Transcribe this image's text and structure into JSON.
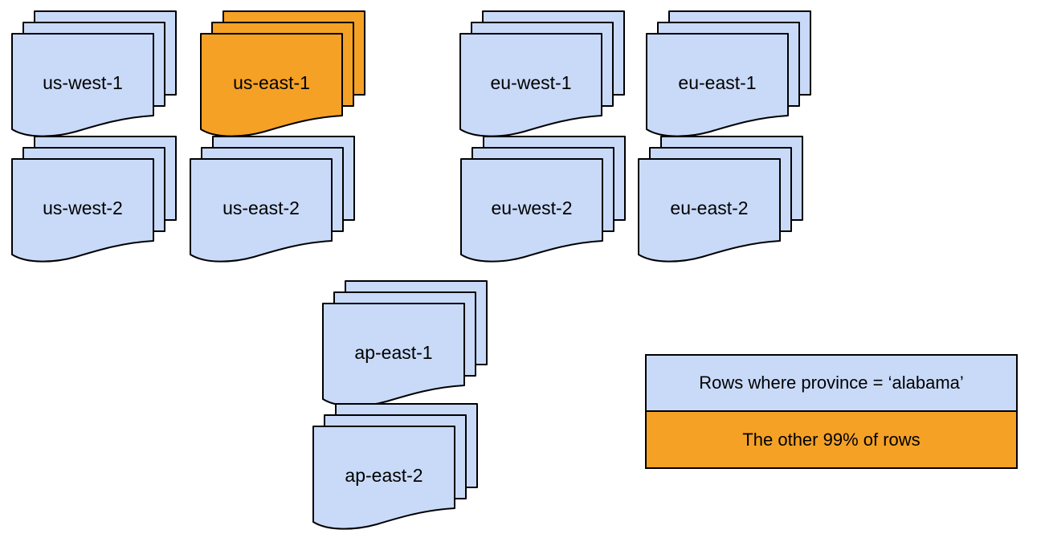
{
  "diagram": {
    "description": "Stacks of row files per cloud region; one region highlighted",
    "regions": [
      {
        "label": "us-west-1",
        "variant": "blue"
      },
      {
        "label": "us-east-1",
        "variant": "orange"
      },
      {
        "label": "us-west-2",
        "variant": "blue"
      },
      {
        "label": "us-east-2",
        "variant": "blue"
      },
      {
        "label": "eu-west-1",
        "variant": "blue"
      },
      {
        "label": "eu-east-1",
        "variant": "blue"
      },
      {
        "label": "eu-west-2",
        "variant": "blue"
      },
      {
        "label": "eu-east-2",
        "variant": "blue"
      },
      {
        "label": "ap-east-1",
        "variant": "blue"
      },
      {
        "label": "ap-east-2",
        "variant": "blue"
      }
    ],
    "legend": {
      "items": [
        {
          "label": "Rows where province = ‘alabama’",
          "variant": "blue"
        },
        {
          "label": "The other 99% of rows",
          "variant": "orange"
        }
      ]
    },
    "colors": {
      "blue": "#c9daf8",
      "orange": "#f4a126",
      "stroke": "#000000",
      "text": "#000000",
      "background": "#ffffff"
    }
  }
}
